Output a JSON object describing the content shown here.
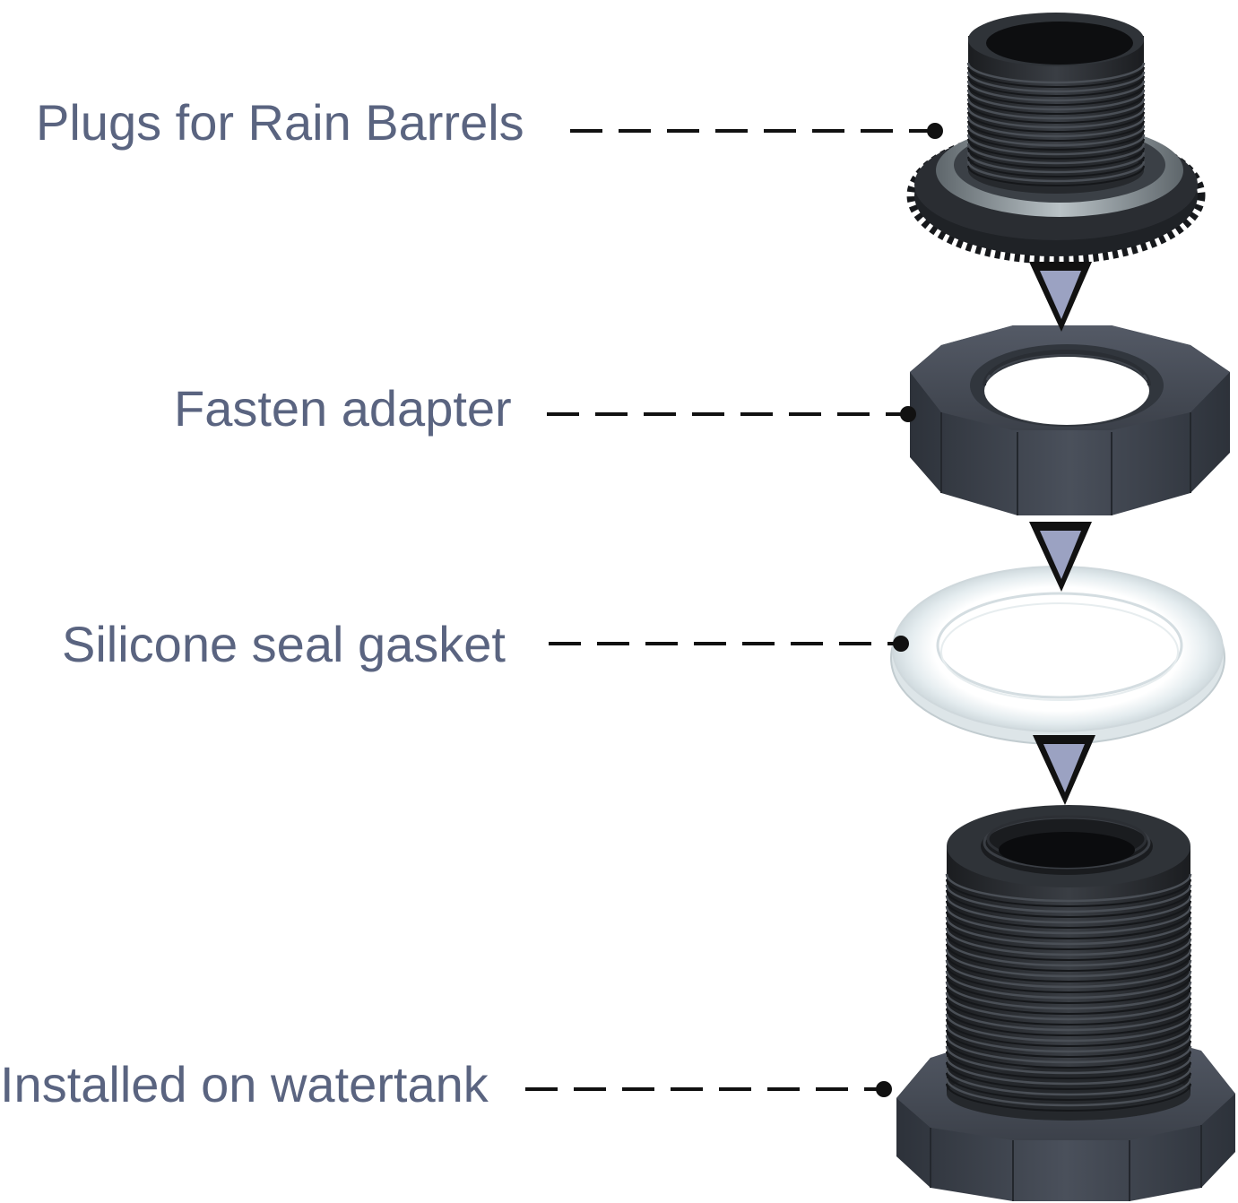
{
  "colors": {
    "label_text": "#5a6480",
    "leader_line": "#111111",
    "part_dark": "#2c2f33",
    "part_gray": "#3f4550",
    "gasket": "#eef2f4",
    "arrow_fill": "#9ba2c2",
    "arrow_outline": "#111111"
  },
  "parts": [
    {
      "id": "plug",
      "label": "Plugs for Rain Barrels",
      "icon": "threaded-plug-with-knurled-flange-icon"
    },
    {
      "id": "nut",
      "label": "Fasten adapter",
      "icon": "octagonal-lock-nut-icon"
    },
    {
      "id": "gasket",
      "label": "Silicone seal gasket",
      "icon": "clear-gasket-ring-icon"
    },
    {
      "id": "bulkhead",
      "label": "Installed on watertank",
      "icon": "threaded-bulkhead-fitting-icon"
    }
  ],
  "arrows": [
    {
      "icon": "down-arrow-icon"
    },
    {
      "icon": "down-arrow-icon"
    },
    {
      "icon": "down-arrow-icon"
    }
  ]
}
